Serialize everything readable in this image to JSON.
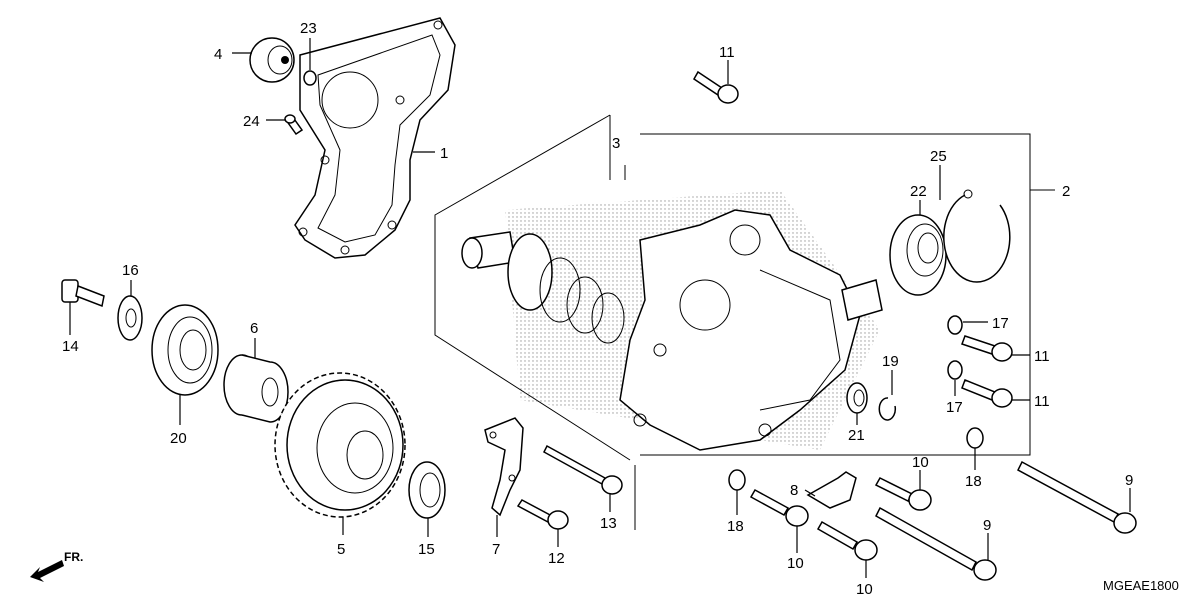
{
  "callouts": {
    "p1": "1",
    "p2": "2",
    "p3": "3",
    "p4": "4",
    "p5": "5",
    "p6": "6",
    "p7": "7",
    "p8": "8",
    "p9a": "9",
    "p9b": "9",
    "p10a": "10",
    "p10b": "10",
    "p10c": "10",
    "p11a": "11",
    "p11b": "11",
    "p11c": "11",
    "p12": "12",
    "p13": "13",
    "p14": "14",
    "p15": "15",
    "p16": "16",
    "p17a": "17",
    "p17b": "17",
    "p18a": "18",
    "p18b": "18",
    "p19": "19",
    "p20": "20",
    "p21": "21",
    "p22": "22",
    "p23": "23",
    "p24": "24",
    "p25": "25"
  },
  "direction_label": "FR.",
  "diagram_code": "MGEAE1800"
}
